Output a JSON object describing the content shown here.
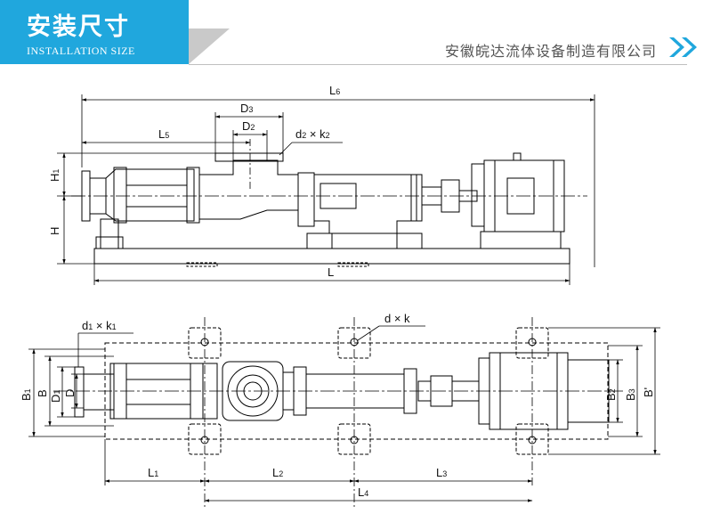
{
  "header": {
    "title_cn": "安装尺寸",
    "title_en": "INSTALLATION SIZE",
    "company": "安徽皖达流体设备制造有限公司",
    "accent_color": "#20a7dd"
  },
  "top_view": {
    "L6": {
      "main": "L",
      "sub": "6"
    },
    "D3": {
      "main": "D",
      "sub": "3"
    },
    "D2": {
      "main": "D",
      "sub": "2"
    },
    "L5": {
      "main": "L",
      "sub": "5"
    },
    "d2k2": {
      "a": "d",
      "as": "2",
      "mid": " × k",
      "bs": "2"
    },
    "H1": {
      "main": "H",
      "sub": "1"
    },
    "H": "H",
    "L": "L"
  },
  "bottom_view": {
    "d1k1": {
      "a": "d",
      "as": "1",
      "mid": " × k",
      "bs": "1"
    },
    "dk": "d × k",
    "B1": {
      "main": "B",
      "sub": "1"
    },
    "B": "B",
    "D1": {
      "main": "D",
      "sub": "1"
    },
    "D": "D",
    "B2": {
      "main": "B",
      "sub": "2"
    },
    "B3": {
      "main": "B",
      "sub": "3"
    },
    "Bp": "B'",
    "L1": {
      "main": "L",
      "sub": "1"
    },
    "L2": {
      "main": "L",
      "sub": "2"
    },
    "L3": {
      "main": "L",
      "sub": "3"
    },
    "L4": {
      "main": "L",
      "sub": "4"
    }
  }
}
